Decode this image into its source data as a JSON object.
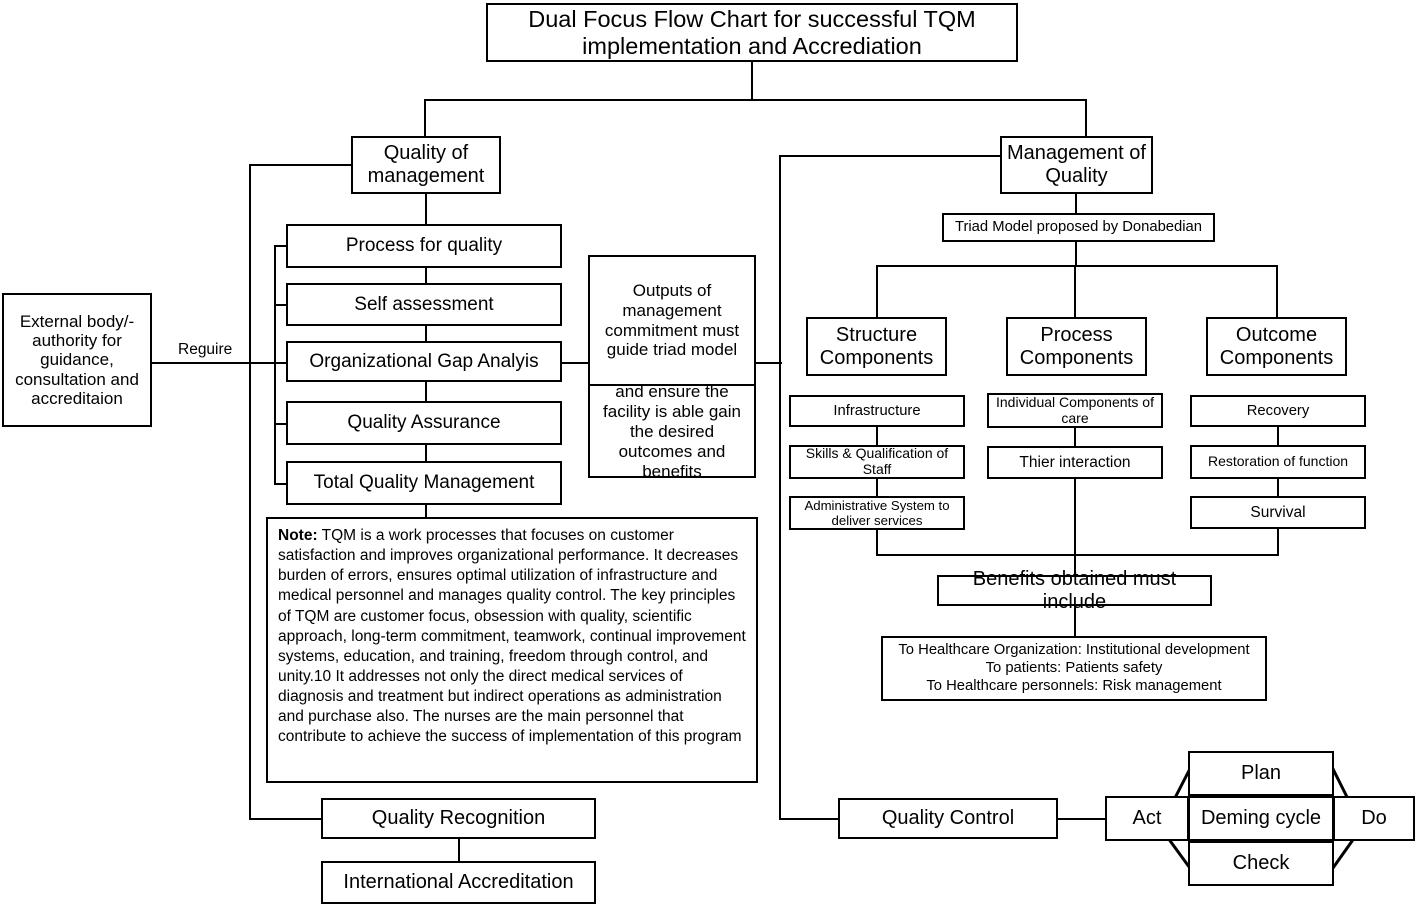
{
  "diagram": {
    "title": "Dual Focus Flow Chart for successful TQM implementation and Accrediation",
    "external": "External body/-authority for guidance, consultation and accreditaion",
    "require_label": "Reguire",
    "left_branch": {
      "head": "Quality of management",
      "items": [
        "Process for quality",
        "Self assessment",
        "Organizational Gap Analyis",
        "Quality Assurance",
        "Total Quality Management"
      ],
      "recognition": "Quality Recognition",
      "accreditation": "International Accreditation"
    },
    "outputs_box": {
      "top": "Outputs of management commitment must guide triad model",
      "bottom": "and ensure the facility is able gain the desired outcomes and benefits"
    },
    "note": {
      "label": "Note:",
      "body": " TQM is a work processes that focuses on customer satisfaction and improves organizational performance. It decreases burden of errors, ensures optimal utilization of infrastructure and medical personnel and manages quality control. The key principles of TQM are customer focus, obsession with quality, scientific approach, long-term commitment, teamwork, continual improvement systems, education, and training, freedom through control, and unity.10 It addresses not only the direct medical services of diagnosis and treatment but indirect operations as administration and purchase also. The nurses are the main personnel that contribute to achieve the success of implementation of this program"
    },
    "right_branch": {
      "head": "Management of Quality",
      "triad": "Triad Model proposed by Donabedian",
      "columns": [
        {
          "header": "Structure Components",
          "items": [
            "Infrastructure",
            "Skills & Qualification of Staff",
            "Administrative System to deliver services"
          ]
        },
        {
          "header": "Process Components",
          "items": [
            "Individual Components of care",
            "Thier interaction"
          ]
        },
        {
          "header": "Outcome Components",
          "items": [
            "Recovery",
            "Restoration of function",
            "Survival"
          ]
        }
      ],
      "benefits_header": "Benefits obtained must include",
      "benefits_lines": [
        "To Healthcare Organization: Institutional development",
        "To patients: Patients safety",
        "To Healthcare personnels: Risk management"
      ],
      "quality_control": "Quality Control"
    },
    "deming": {
      "plan": "Plan",
      "act": "Act",
      "center": "Deming cycle",
      "do": "Do",
      "check": "Check"
    },
    "colors": {
      "stroke": "#000000",
      "background": "#ffffff"
    }
  }
}
